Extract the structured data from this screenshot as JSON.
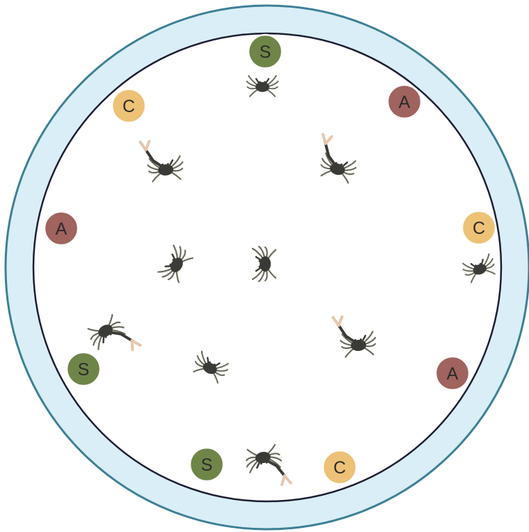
{
  "colors": {
    "rim_fill": "#d9eef6",
    "rim_stroke": "#3d7f96",
    "arena_fill": "#ffffff",
    "arena_stroke": "#1d1d33",
    "S": "#6f8548",
    "A": "#a0635e",
    "C": "#edc276",
    "crab_body": "#3a3a36",
    "crab_legs": "#6c6a5a",
    "crab_claw": "#e6c7ad"
  },
  "markers": [
    {
      "id": "s-top",
      "label": "S",
      "kind": "S"
    },
    {
      "id": "c-upper-left",
      "label": "C",
      "kind": "C"
    },
    {
      "id": "a-upper-right",
      "label": "A",
      "kind": "A"
    },
    {
      "id": "a-left",
      "label": "A",
      "kind": "A"
    },
    {
      "id": "c-right",
      "label": "C",
      "kind": "C"
    },
    {
      "id": "s-lower-left",
      "label": "S",
      "kind": "S"
    },
    {
      "id": "a-lower-right",
      "label": "A",
      "kind": "A"
    },
    {
      "id": "s-bottom",
      "label": "S",
      "kind": "S"
    },
    {
      "id": "c-bottom",
      "label": "C",
      "kind": "C"
    }
  ],
  "crabs": [
    {
      "id": "crab-top",
      "type": "female"
    },
    {
      "id": "crab-upper-left",
      "type": "male"
    },
    {
      "id": "crab-upper-right",
      "type": "male"
    },
    {
      "id": "crab-mid-left",
      "type": "female"
    },
    {
      "id": "crab-center",
      "type": "female"
    },
    {
      "id": "crab-right",
      "type": "female"
    },
    {
      "id": "crab-lower-left",
      "type": "male"
    },
    {
      "id": "crab-lower-right",
      "type": "male"
    },
    {
      "id": "crab-lower-center",
      "type": "female"
    },
    {
      "id": "crab-bottom",
      "type": "male"
    }
  ]
}
